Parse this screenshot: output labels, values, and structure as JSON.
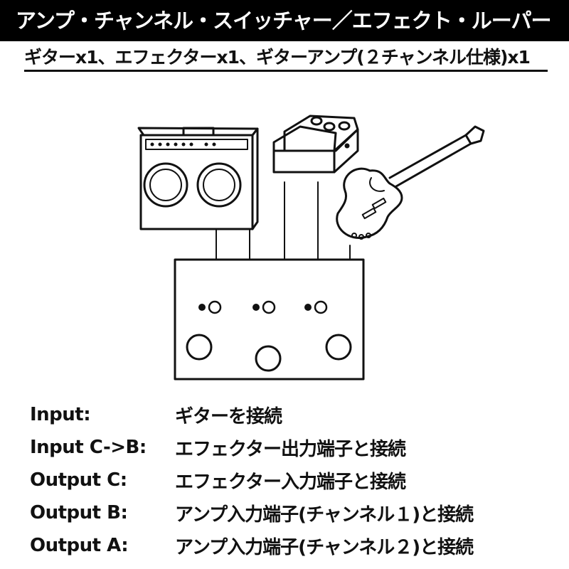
{
  "title": "アンプ・チャンネル・スイッチャー／エフェクト・ルーパー",
  "subtitle": "ギターx1、エフェクターx1、ギターアンプ(２チャンネル仕様)x1",
  "connections": [
    {
      "port": "Input:",
      "desc": "ギターを接続"
    },
    {
      "port": "Input C->B:",
      "desc": "エフェクター出力端子と接続"
    },
    {
      "port": "Output C:",
      "desc": "エフェクター入力端子と接続"
    },
    {
      "port": "Output B:",
      "desc": "アンプ入力端子(チャンネル１)と接続"
    },
    {
      "port": "Output A:",
      "desc": "アンプ入力端子(チャンネル２)と接続"
    }
  ],
  "colors": {
    "line": "#111111",
    "background": "#ffffff",
    "title_bar": "#000000"
  },
  "icons": [
    "amplifier-icon",
    "effector-pedal-icon",
    "guitar-icon",
    "switcher-box"
  ]
}
